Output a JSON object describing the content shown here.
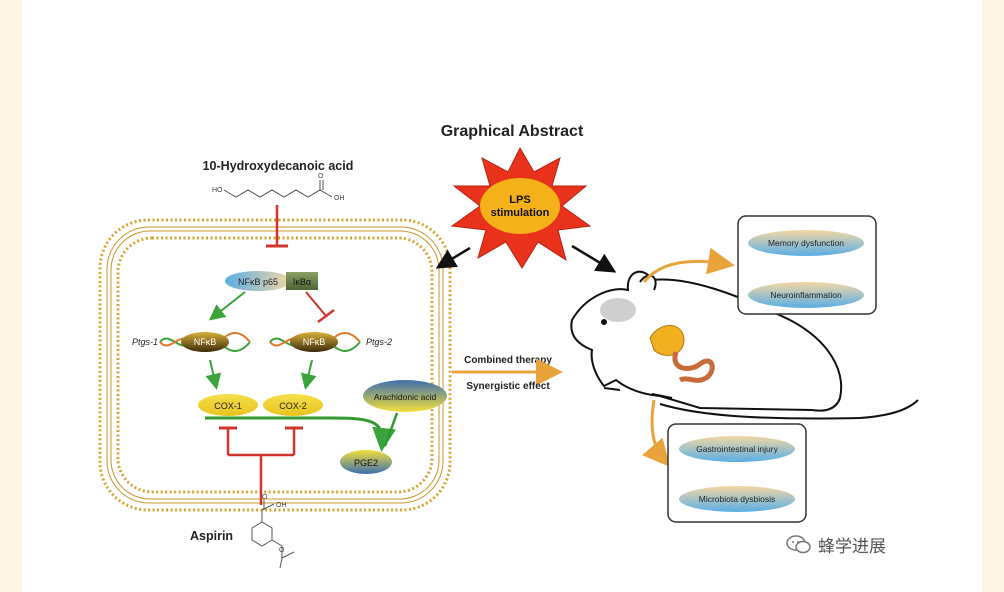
{
  "title": "Graphical Abstract",
  "compounds": {
    "top": "10-Hydroxydecanoic acid",
    "top_ho": "HO",
    "top_oh": "OH",
    "top_o": "O",
    "bottom": "Aspirin",
    "bottom_oh": "OH",
    "bottom_o1": "O",
    "bottom_o2": "O"
  },
  "stimulus": {
    "line1": "LPS",
    "line2": "stimulation"
  },
  "cell": {
    "nfkb_p65": "NFκB p65",
    "ikba": "IκBα",
    "nfkb_left": "NFκB",
    "nfkb_right": "NFκB",
    "gene_left": "Ptgs-1",
    "gene_right": "Ptgs-2",
    "cox1": "COX-1",
    "cox2": "COX-2",
    "arachidonic": "Arachidonic acid",
    "pge2": "PGE2"
  },
  "therapy": {
    "line1": "Combined therapy",
    "line2": "Synergistic effect"
  },
  "outcomes_top": [
    "Memory dysfunction",
    "Neuroinflammation"
  ],
  "outcomes_bottom": [
    "Gastrointestinal injury",
    "Microbiota dysbiosis"
  ],
  "watermark": {
    "text": "蜂学进展",
    "icon": "wechat-icon"
  },
  "colors": {
    "inhibit": "#d0342c",
    "activate": "#3aa33a",
    "therapy_arrow": "#e8a33a",
    "membrane": "#d9a531",
    "burst": "#e8321c",
    "pill_blue": "#5aaee6",
    "pill_tan": "#f1d29c"
  }
}
